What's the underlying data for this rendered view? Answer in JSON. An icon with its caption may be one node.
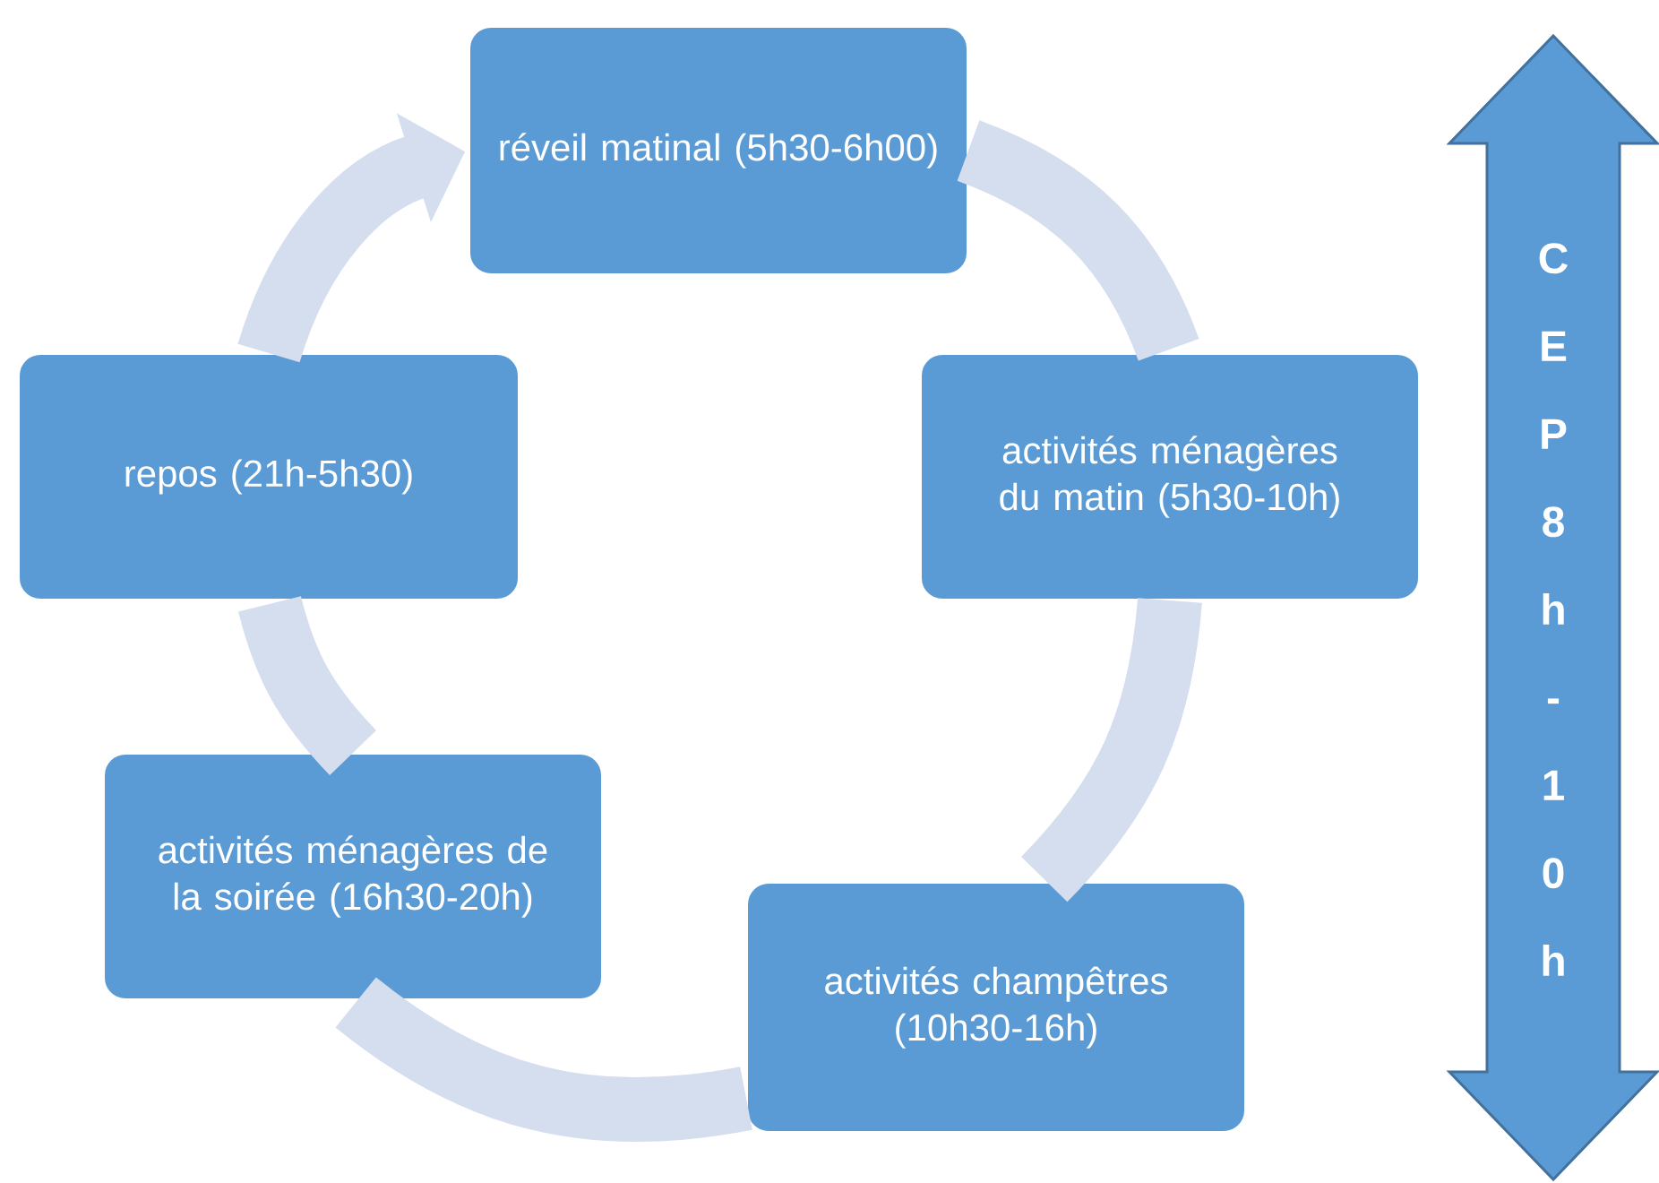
{
  "diagram": {
    "nodes": [
      {
        "text": [
          "réveil matinal (5h30-6h00)"
        ]
      },
      {
        "text": [
          "activités ménagères du matin (5h30-10h)"
        ]
      },
      {
        "text": [
          "activités champêtres (10h30-16h)"
        ]
      },
      {
        "text": [
          "activités ménagères de la soirée (16h30-20h)"
        ]
      },
      {
        "text": [
          "repos (21h-5h30)"
        ]
      },
      {
        "text": [
          "C E P 8 h - 1 0 h"
        ]
      }
    ],
    "edges": [
      {
        "from": 0,
        "to": 1,
        "arrow": "none"
      },
      {
        "from": 1,
        "to": 2,
        "arrow": "none"
      },
      {
        "from": 2,
        "to": 3,
        "arrow": "none"
      },
      {
        "from": 3,
        "to": 4,
        "arrow": "none"
      },
      {
        "from": 4,
        "to": 0,
        "arrow": "to"
      }
    ]
  }
}
